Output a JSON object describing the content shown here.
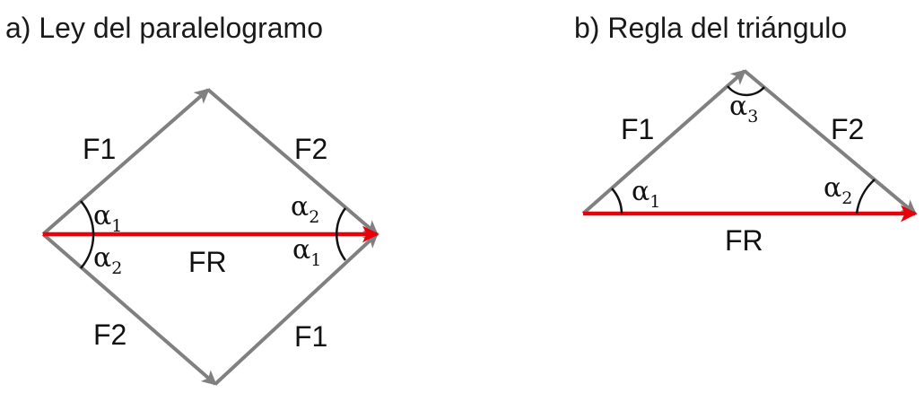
{
  "panel_a": {
    "title": "a) Ley del paralelogramo",
    "labels": {
      "f1_top": "F1",
      "f2_top": "F2",
      "f2_bottom": "F2",
      "f1_bottom": "F1",
      "fr": "FR"
    },
    "angles": {
      "left_upper": {
        "symbol": "α",
        "sub": "1"
      },
      "left_lower": {
        "symbol": "α",
        "sub": "2"
      },
      "right_upper": {
        "symbol": "α",
        "sub": "2"
      },
      "right_lower": {
        "symbol": "α",
        "sub": "1"
      }
    }
  },
  "panel_b": {
    "title": "b) Regla del triángulo",
    "labels": {
      "f1": "F1",
      "f2": "F2",
      "fr": "FR"
    },
    "angles": {
      "apex": {
        "symbol": "α",
        "sub": "3"
      },
      "left": {
        "symbol": "α",
        "sub": "1"
      },
      "right": {
        "symbol": "α",
        "sub": "2"
      }
    }
  },
  "colors": {
    "force_vector": "#808080",
    "resultant_vector": "#e8000b",
    "angle_arc": "#111111"
  }
}
